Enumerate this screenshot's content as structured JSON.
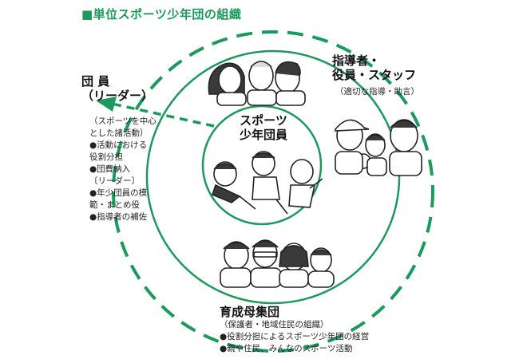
{
  "title": "■単位スポーツ少年団の組織",
  "center": {
    "line1": "スポーツ",
    "line2": "少年団員"
  },
  "leaders": {
    "line1": "指導者・",
    "line2": "役員・スタッフ",
    "sub": "（適切な指導・助言）"
  },
  "members": {
    "line1": "団 員",
    "line2": "（リーダー）",
    "items": [
      "（スポーツを中心",
      "とした諸活動）",
      "●活動における",
      "役割分担",
      "●団費納入",
      "〔リーダー〕",
      "●年少団員の模",
      "範・まとめ役",
      "●指導者の補佐"
    ]
  },
  "parents": {
    "title": "育成母集団",
    "sub": "（保護者・地域住民の組織）",
    "items": [
      "●役割分担によるスポーツ少年団の経営",
      "●親や住民、みんなのスポーツ活動"
    ]
  },
  "colors": {
    "accent": "#1a9a5b",
    "ink": "#222222"
  }
}
